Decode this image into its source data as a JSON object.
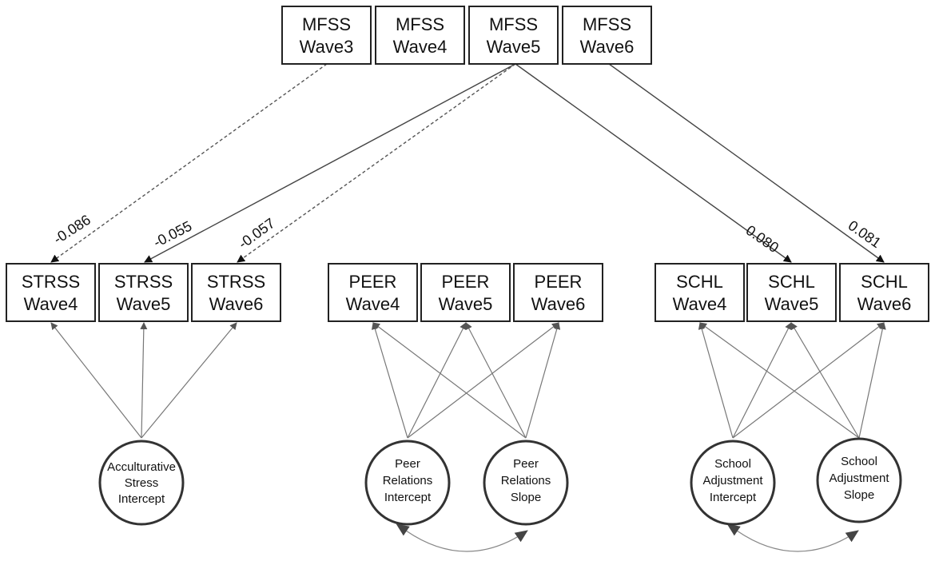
{
  "top_boxes": [
    {
      "line1": "MFSS",
      "line2": "Wave3"
    },
    {
      "line1": "MFSS",
      "line2": "Wave4"
    },
    {
      "line1": "MFSS",
      "line2": "Wave5"
    },
    {
      "line1": "MFSS",
      "line2": "Wave6"
    }
  ],
  "bottom_boxes": [
    {
      "line1": "STRSS",
      "line2": "Wave4"
    },
    {
      "line1": "STRSS",
      "line2": "Wave5"
    },
    {
      "line1": "STRSS",
      "line2": "Wave6"
    },
    {
      "line1": "PEER",
      "line2": "Wave4"
    },
    {
      "line1": "PEER",
      "line2": "Wave5"
    },
    {
      "line1": "PEER",
      "line2": "Wave6"
    },
    {
      "line1": "SCHL",
      "line2": "Wave4"
    },
    {
      "line1": "SCHL",
      "line2": "Wave5"
    },
    {
      "line1": "SCHL",
      "line2": "Wave6"
    }
  ],
  "latents": [
    {
      "lines": [
        "Acculturative",
        "Stress",
        "Intercept"
      ]
    },
    {
      "lines": [
        "Peer",
        "Relations",
        "Intercept"
      ]
    },
    {
      "lines": [
        "Peer",
        "Relations",
        "Slope"
      ]
    },
    {
      "lines": [
        "School",
        "Adjustment",
        "Intercept"
      ]
    },
    {
      "lines": [
        "School",
        "Adjustment",
        "Slope"
      ]
    }
  ],
  "coefficients": [
    "-0.086",
    "-0.055",
    "-0.057",
    "0.080",
    "0.081"
  ],
  "significant_path_style": "solid",
  "nonsignificant_path_style": "dashed"
}
